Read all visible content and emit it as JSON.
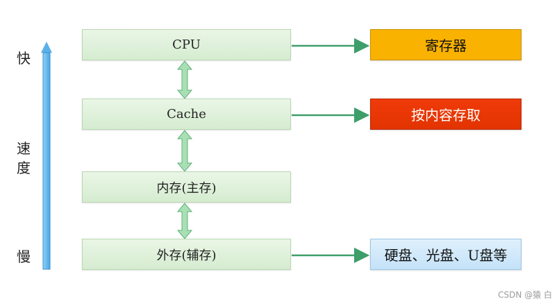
{
  "axis": {
    "top_label": "快",
    "middle_label": "速\n度",
    "bottom_label": "慢",
    "arrow_color": "#5cb0e8"
  },
  "hierarchy": [
    {
      "label": "CPU"
    },
    {
      "label": "Cache"
    },
    {
      "label": "内存(主存)"
    },
    {
      "label": "外存(辅存)"
    }
  ],
  "annotations": [
    {
      "label": "寄存器",
      "color": "#f9b200"
    },
    {
      "label": "按内容存取",
      "color": "#e23400"
    },
    {
      "label": "硬盘、光盘、U盘等",
      "color": "#c4e2f8"
    }
  ],
  "connector_color": "#3e9e6a",
  "double_arrow_color": "#8fd49f",
  "watermark": "CSDN @猿 白"
}
